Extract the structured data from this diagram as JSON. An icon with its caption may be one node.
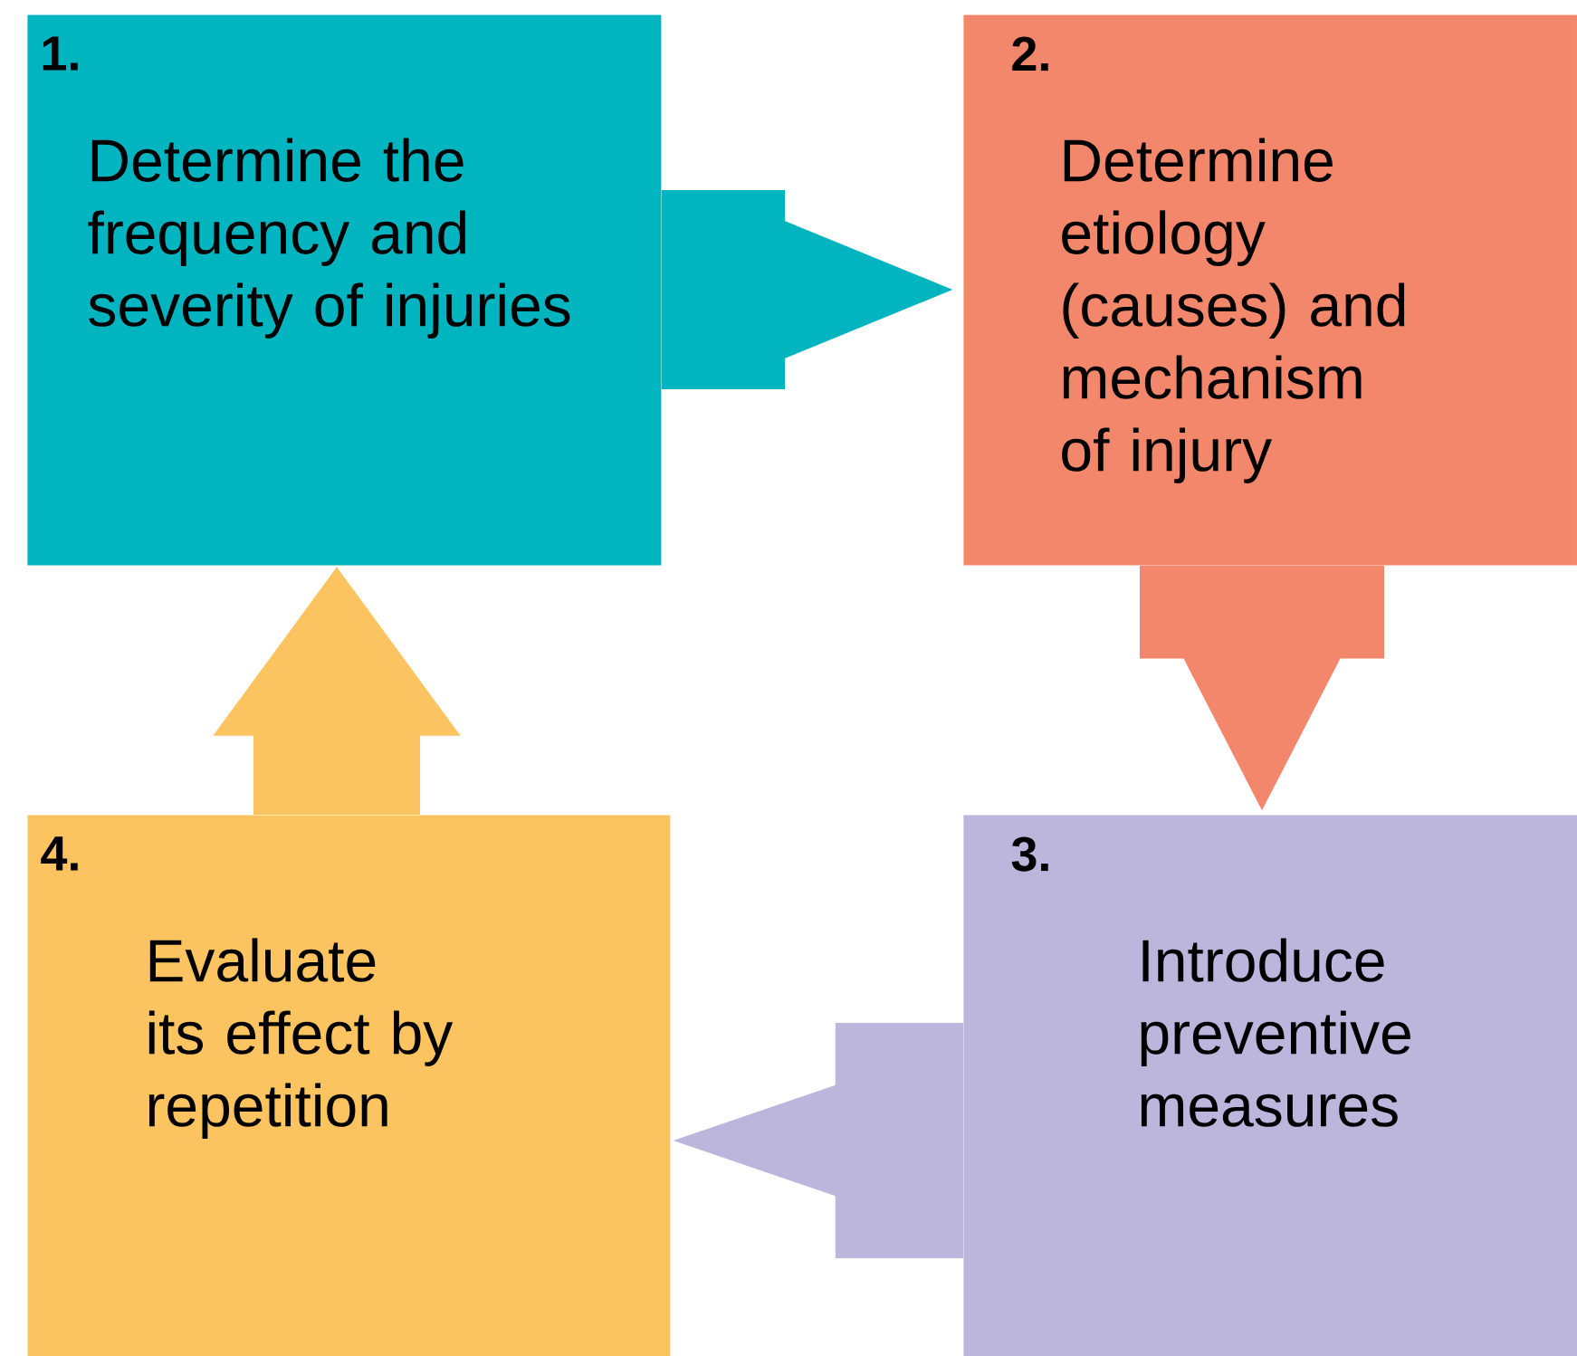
{
  "diagram": {
    "nodes": [
      {
        "text": [
          "1.",
          "Determine the frequency and severity of injuries"
        ]
      },
      {
        "text": [
          "2.",
          "Determine etiology (causes) and mechanism of injury"
        ]
      },
      {
        "text": [
          "3.",
          "Introduce preventive measures"
        ]
      },
      {
        "text": [
          "4.",
          "Evaluate its effect by repetition"
        ]
      }
    ],
    "edges": [
      {
        "from": 0,
        "to": 1,
        "arrow": "to",
        "color": "#00b5c0"
      },
      {
        "from": 1,
        "to": 2,
        "arrow": "to",
        "color": "#f2876b"
      },
      {
        "from": 2,
        "to": 3,
        "arrow": "to",
        "color": "#bcb5dc"
      },
      {
        "from": 3,
        "to": 0,
        "arrow": "to",
        "color": "#fbc460"
      }
    ]
  }
}
